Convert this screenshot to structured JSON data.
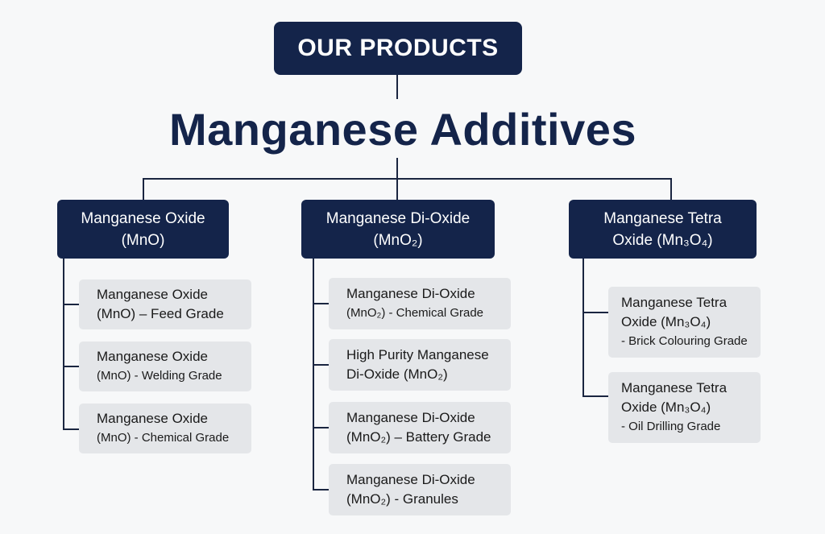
{
  "header": {
    "label": "OUR PRODUCTS",
    "title": "Manganese Additives"
  },
  "categories": [
    {
      "name": "Manganese Oxide",
      "formula": "(MnO)",
      "items": [
        {
          "line1": "Manganese Oxide",
          "line2": "(MnO) – Feed Grade"
        },
        {
          "line1": "Manganese Oxide",
          "line2": "(MnO) - Welding Grade"
        },
        {
          "line1": "Manganese Oxide",
          "line2": "(MnO) - Chemical Grade"
        }
      ]
    },
    {
      "name": "Manganese Di-Oxide",
      "formula": "(MnO₂)",
      "items": [
        {
          "line1": "Manganese Di-Oxide",
          "line2": "(MnO₂) - Chemical Grade"
        },
        {
          "line1": "High Purity Manganese",
          "line2": "Di-Oxide (MnO₂)"
        },
        {
          "line1": "Manganese Di-Oxide",
          "line2": "(MnO₂) – Battery Grade"
        },
        {
          "line1": "Manganese Di-Oxide",
          "line2": "(MnO₂) - Granules"
        }
      ]
    },
    {
      "name": "Manganese Tetra",
      "formula": "Oxide (Mn₃O₄)",
      "items": [
        {
          "line1": "Manganese Tetra",
          "line2": "Oxide (Mn₃O₄)",
          "line3": "- Brick Colouring Grade"
        },
        {
          "line1": "Manganese Tetra",
          "line2": "Oxide (Mn₃O₄)",
          "line3": "- Oil Drilling Grade"
        }
      ]
    }
  ],
  "colors": {
    "navy": "#14244a",
    "item_bg": "#e4e6e9",
    "background": "#f7f8f9"
  }
}
